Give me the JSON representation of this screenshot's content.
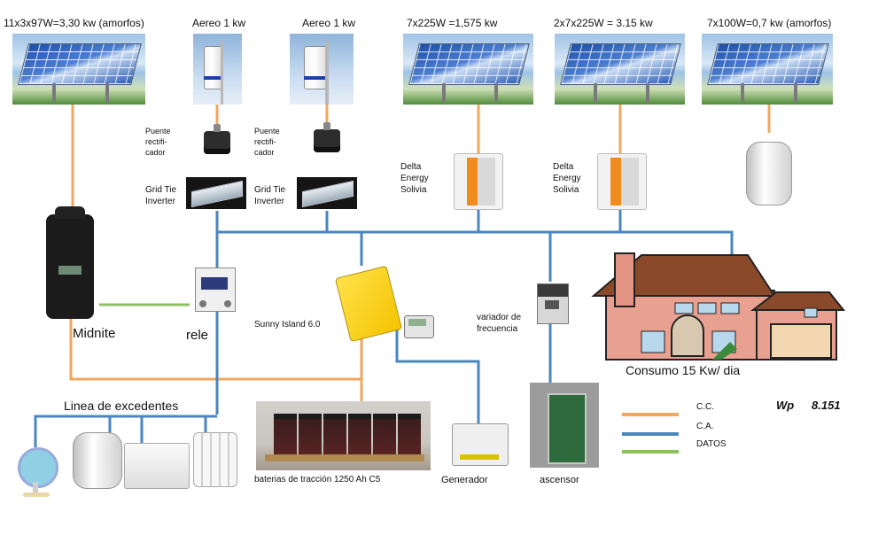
{
  "title_labels": {
    "amorfos_left": "11x3x97W=3,30 kw (amorfos)",
    "aereo_1": "Aereo 1 kw",
    "aereo_2": "Aereo 1 kw",
    "panel_7x225": "7x225W =1,575 kw",
    "panel_2x7x225": "2x7x225W = 3.15 kw",
    "amorfos_right": "7x100W=0,7 kw (amorfos)"
  },
  "components": {
    "puente_1": "Puente rectifi- cador",
    "puente_2": "Puente rectifi- cador",
    "grid_tie_1": "Grid Tie Inverter",
    "grid_tie_2": "Grid Tie Inverter",
    "delta_1": "Delta Energy Solivia",
    "delta_2": "Delta Energy Solivia",
    "midnite": "Midnite",
    "rele": "rele",
    "sunny_island": "Sunny Island 6.0",
    "variador": "variador de frecuencia",
    "consumo": "Consumo 15 Kw/ dia",
    "excedentes": "Linea de excedentes",
    "baterias": "baterias de tracción 1250 Ah C5",
    "generador": "Generador",
    "ascensor": "ascensor"
  },
  "legend": {
    "cc": "C.C.",
    "ca": "C.A.",
    "datos": "DATOS"
  },
  "summary": {
    "wp_label": "Wp",
    "wp_value": "8.151"
  },
  "colors": {
    "cc_line": "#f0a860",
    "ca_line": "#4a86c0",
    "datos_line": "#8cc060"
  },
  "icons": [
    "solar-panel-photo",
    "wind-turbine-photo",
    "rectifier-bridge-icon",
    "grid-tie-inverter-icon",
    "delta-inverter-icon",
    "water-heater-icon",
    "charge-controller-icon",
    "solid-state-relay-icon",
    "battery-inverter-icon",
    "frequency-drive-icon",
    "house-illustration",
    "battery-bank-photo",
    "generator-icon",
    "elevator-photo",
    "fan-icon",
    "heater-icon",
    "radiator-icon"
  ]
}
